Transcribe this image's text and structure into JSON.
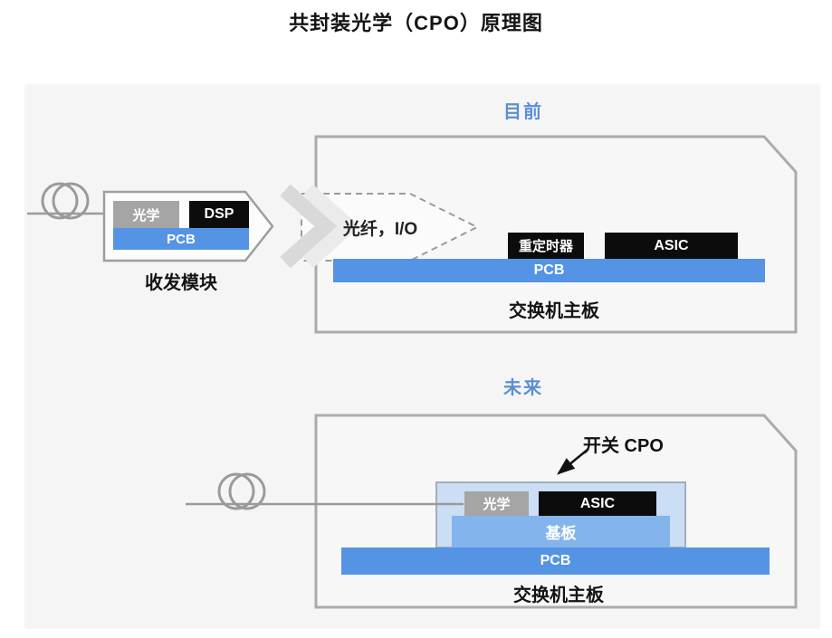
{
  "title": "共封装光学（CPO）原理图",
  "colors": {
    "pcb_blue": "#5594e4",
    "substrate_blue": "#84b4ec",
    "package_fill": "#cbdef5",
    "heading_blue": "#5b8fd6",
    "chip_gray": "#a5a5a5",
    "chip_black": "#0c0c0c",
    "outline_gray": "#ababab",
    "panel_bg": "#f5f5f6"
  },
  "icons": {
    "fiber_coil": "fiber-coil-icon",
    "chevron": "chevron-right-icon",
    "callout_arrow": "callout-arrow-icon"
  },
  "sections": {
    "current": {
      "heading": "目前",
      "transceiver": {
        "label": "收发模块",
        "optics": "光学",
        "dsp": "DSP",
        "pcb": "PCB"
      },
      "fiber_io": "光纤，I/O",
      "mainboard": {
        "label": "交换机主板",
        "retimer": "重定时器",
        "asic": "ASIC",
        "pcb": "PCB"
      }
    },
    "future": {
      "heading": "未来",
      "cpo_callout": "开关 CPO",
      "package": {
        "optics": "光学",
        "asic": "ASIC",
        "substrate": "基板"
      },
      "mainboard": {
        "label": "交换机主板",
        "pcb": "PCB"
      }
    }
  }
}
